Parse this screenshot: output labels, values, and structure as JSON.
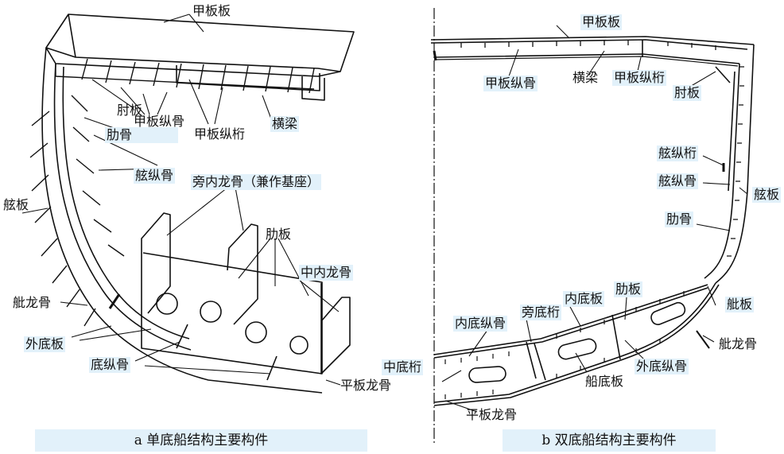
{
  "captions": {
    "left": "a 单底船结构主要构件",
    "right": "b 双底船结构主要构件"
  },
  "left_labels": {
    "deck_plate": "甲板板",
    "bracket": "肘板",
    "deck_longitudinal": "甲板纵骨",
    "frame": "肋骨",
    "deck_girder": "甲板纵桁",
    "beam": "横梁",
    "side_longitudinal": "舷纵骨",
    "side_girder": "旁内龙骨（兼作基座）",
    "side_plate": "舷板",
    "floor": "肋板",
    "center_keelson": "中内龙骨",
    "bilge_keel": "舭龙骨",
    "bottom_plate": "外底板",
    "bottom_longitudinal": "底纵骨",
    "flat_keel": "平板龙骨"
  },
  "right_labels": {
    "deck_plate": "甲板板",
    "deck_longitudinal": "甲板纵骨",
    "beam": "横梁",
    "deck_girder": "甲板纵桁",
    "bracket": "肘板",
    "side_stringer": "舷纵桁",
    "side_longitudinal": "舷纵骨",
    "side_plate": "舷板",
    "frame": "肋骨",
    "floor": "肋板",
    "inner_bottom_plate": "内底板",
    "inner_bottom_longitudinal": "内底纵骨",
    "side_girder": "旁底桁",
    "bilge_plate": "舭板",
    "bilge_keel": "舭龙骨",
    "center_girder": "中底桁",
    "bottom_plate": "船底板",
    "bottom_longitudinal": "外底纵骨",
    "flat_keel": "平板龙骨"
  }
}
